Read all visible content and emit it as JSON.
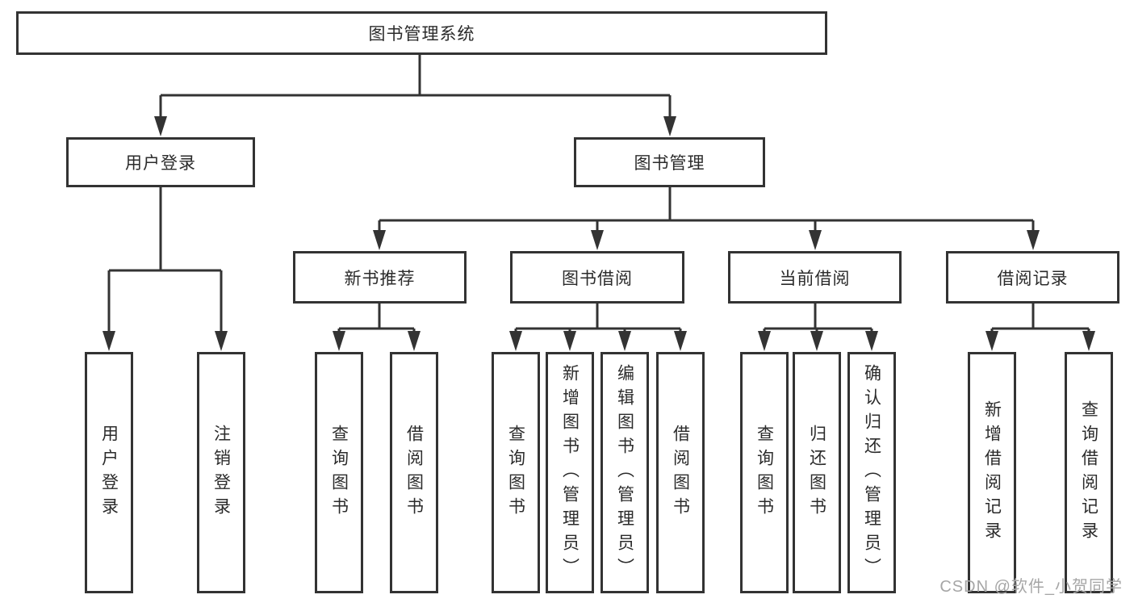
{
  "colors": {
    "line": "#333333",
    "box_border": "#333333",
    "text": "#2b2b2b",
    "watermark": "#a6a6a6",
    "background": "#ffffff"
  },
  "watermark": {
    "text": "CSDN @软件_小贺同学"
  },
  "tree": {
    "root": {
      "label": "图书管理系统"
    },
    "branches": [
      {
        "label": "用户登录",
        "children": [
          {
            "label": "用户登录"
          },
          {
            "label": "注销登录"
          }
        ]
      },
      {
        "label": "图书管理",
        "children": [
          {
            "label": "新书推荐",
            "children": [
              {
                "label": "查询图书"
              },
              {
                "label": "借阅图书"
              }
            ]
          },
          {
            "label": "图书借阅",
            "children": [
              {
                "label": "查询图书"
              },
              {
                "label": "新增图书（管理员）"
              },
              {
                "label": "编辑图书（管理员）"
              },
              {
                "label": "借阅图书"
              }
            ]
          },
          {
            "label": "当前借阅",
            "children": [
              {
                "label": "查询图书"
              },
              {
                "label": "归还图书"
              },
              {
                "label": "确认归还（管理员）"
              }
            ]
          },
          {
            "label": "借阅记录",
            "children": [
              {
                "label": "新增借阅记录"
              },
              {
                "label": "查询借阅记录"
              }
            ]
          }
        ]
      }
    ]
  }
}
